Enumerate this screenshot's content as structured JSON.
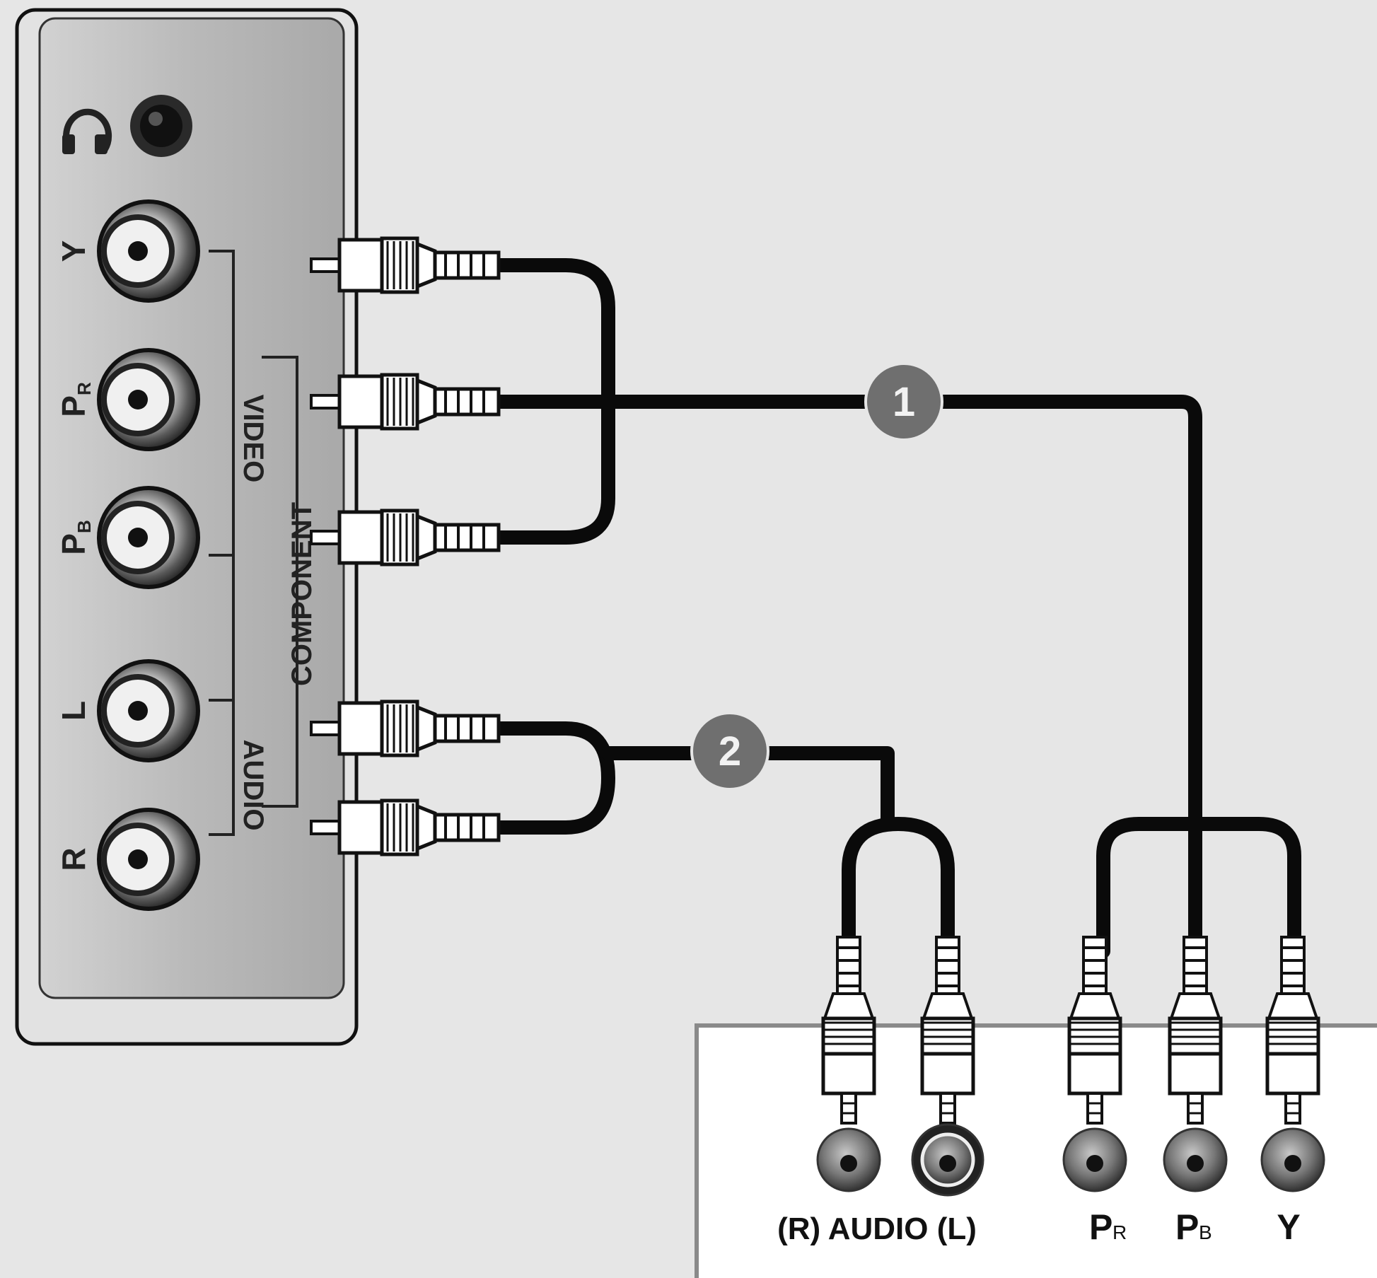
{
  "panel": {
    "headphone_label": "",
    "jacks": [
      {
        "label": "Y"
      },
      {
        "label": "P",
        "sub": "R"
      },
      {
        "label": "P",
        "sub": "B"
      },
      {
        "label": "L"
      },
      {
        "label": "R"
      }
    ],
    "group_video": "VIDEO",
    "group_component": "COMPONENT",
    "group_audio": "AUDIO"
  },
  "callouts": [
    {
      "number": "1"
    },
    {
      "number": "2"
    }
  ],
  "device": {
    "audio_label": "(R) AUDIO (L)",
    "pr_main": "P",
    "pr_sub": "R",
    "pb_main": "P",
    "pb_sub": "B",
    "y_label": "Y"
  },
  "colors": {
    "background": "#e6e6e6",
    "panel": "#bdbdbd",
    "cable": "#0a0a0a",
    "callout": "#6f6f6f"
  }
}
